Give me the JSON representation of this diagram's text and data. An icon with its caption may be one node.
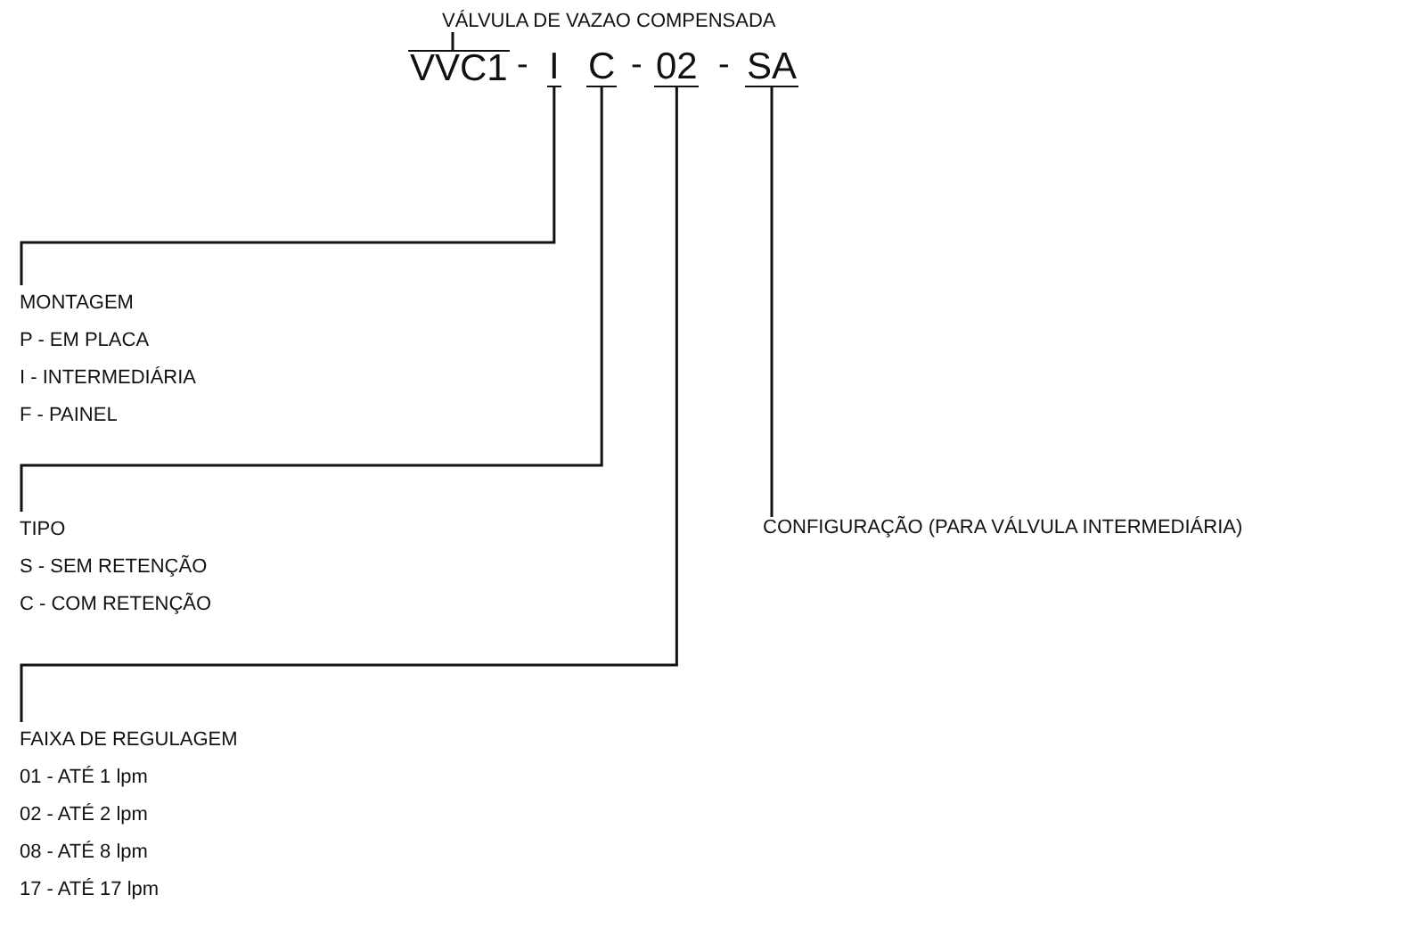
{
  "diagram": {
    "nodes": [
      {
        "text": [
          "VÁLVULA DE VAZAO COMPENSADA"
        ]
      },
      {
        "text": [
          "VVC1"
        ]
      },
      {
        "text": [
          "I"
        ]
      },
      {
        "text": [
          "C"
        ]
      },
      {
        "text": [
          "02"
        ]
      },
      {
        "text": [
          "SA"
        ]
      },
      {
        "text": [
          "MONTAGEM",
          "P - EM PLACA",
          "I - INTERMEDIÁRIA",
          "F - PAINEL"
        ]
      },
      {
        "text": [
          "TIPO",
          "S - SEM RETENÇÃO",
          "C - COM RETENÇÃO"
        ]
      },
      {
        "text": [
          "FAIXA DE REGULAGEM",
          "01 - ATÉ 1 lpm",
          "02 - ATÉ 2 lpm",
          "08 - ATÉ 8 lpm",
          "17 - ATÉ 17 lpm"
        ]
      },
      {
        "text": [
          "CONFIGURAÇÃO (PARA VÁLVULA INTERMEDIÁRIA)"
        ]
      }
    ],
    "edges": [
      {
        "from": 0,
        "to": 1,
        "arrow": "none"
      },
      {
        "from": 2,
        "to": 6,
        "arrow": "none"
      },
      {
        "from": 3,
        "to": 7,
        "arrow": "none"
      },
      {
        "from": 4,
        "to": 8,
        "arrow": "none"
      },
      {
        "from": 5,
        "to": 9,
        "arrow": "none"
      }
    ],
    "labels": [
      "-",
      "-",
      "-"
    ]
  }
}
